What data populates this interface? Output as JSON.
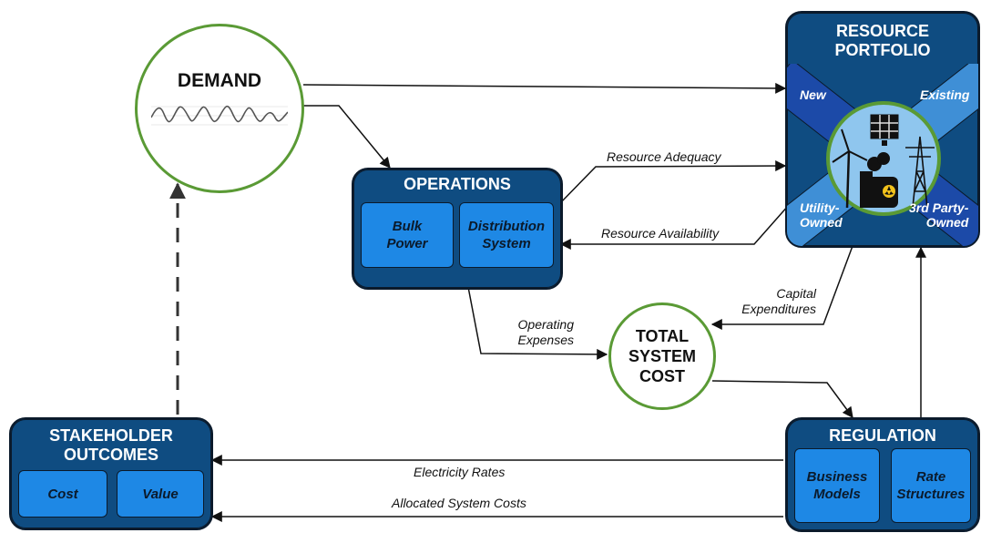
{
  "demand": {
    "title": "DEMAND"
  },
  "operations": {
    "title": "OPERATIONS",
    "bulk_power": "Bulk\nPower",
    "distribution": "Distribution\nSystem"
  },
  "portfolio": {
    "title": "RESOURCE\nPORTFOLIO",
    "new": "New",
    "existing": "Existing",
    "utility_owned": "Utility-\nOwned",
    "third_party": "3rd Party-\nOwned"
  },
  "total_cost": {
    "title": "TOTAL\nSYSTEM\nCOST"
  },
  "stakeholder": {
    "title": "STAKEHOLDER\nOUTCOMES",
    "cost": "Cost",
    "value": "Value"
  },
  "regulation": {
    "title": "REGULATION",
    "business_models": "Business\nModels",
    "rate_structures": "Rate\nStructures"
  },
  "edge_labels": {
    "resource_adequacy": "Resource Adequacy",
    "resource_availability": "Resource Availability",
    "capital_expenditures": "Capital\nExpenditures",
    "operating_expenses": "Operating\nExpenses",
    "electricity_rates": "Electricity Rates",
    "allocated_costs": "Allocated System Costs"
  },
  "colors": {
    "box_fill": "#0f4c81",
    "sub_fill": "#1e88e5",
    "circle_border": "#5a9a35",
    "stripe_light": "#3f8fd6",
    "stripe_dark": "#1c4aa8"
  }
}
